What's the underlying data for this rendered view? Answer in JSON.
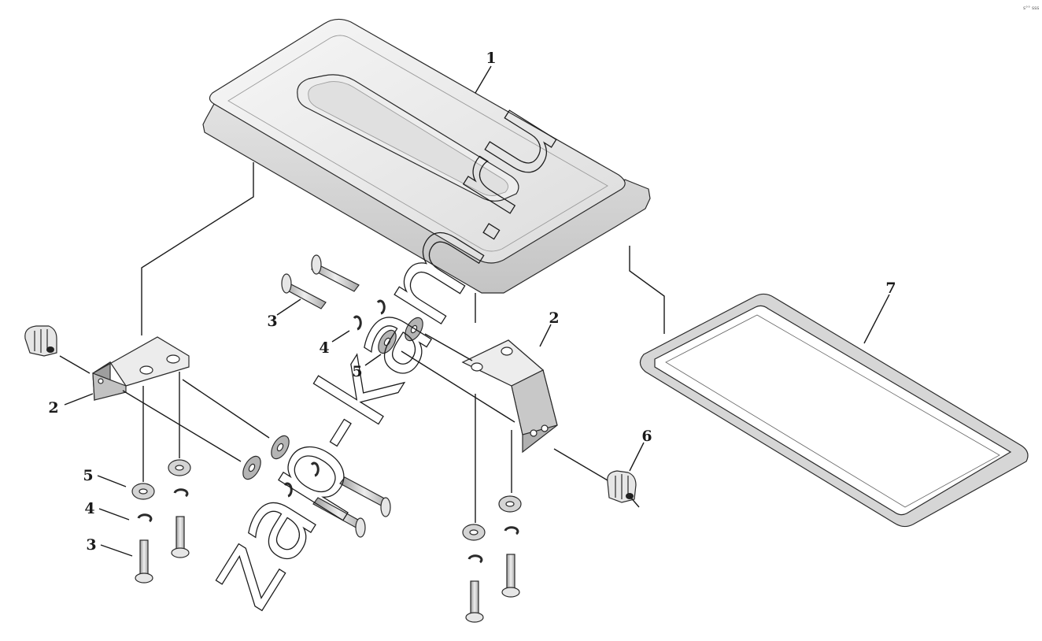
{
  "watermark": "zap-kam.ru",
  "corner_note": "s°° sss",
  "callouts": {
    "c1": "1",
    "c2a": "2",
    "c2b": "2",
    "c3a": "3",
    "c3b": "3",
    "c4a": "4",
    "c4b": "4",
    "c5a": "5",
    "c5b": "5",
    "c6": "6",
    "c7": "7"
  },
  "colors": {
    "line": "#1a1a1a",
    "part_fill": "#f4f4f4",
    "part_shade": "#b8b8b8",
    "part_dark": "#8a8a8a"
  }
}
